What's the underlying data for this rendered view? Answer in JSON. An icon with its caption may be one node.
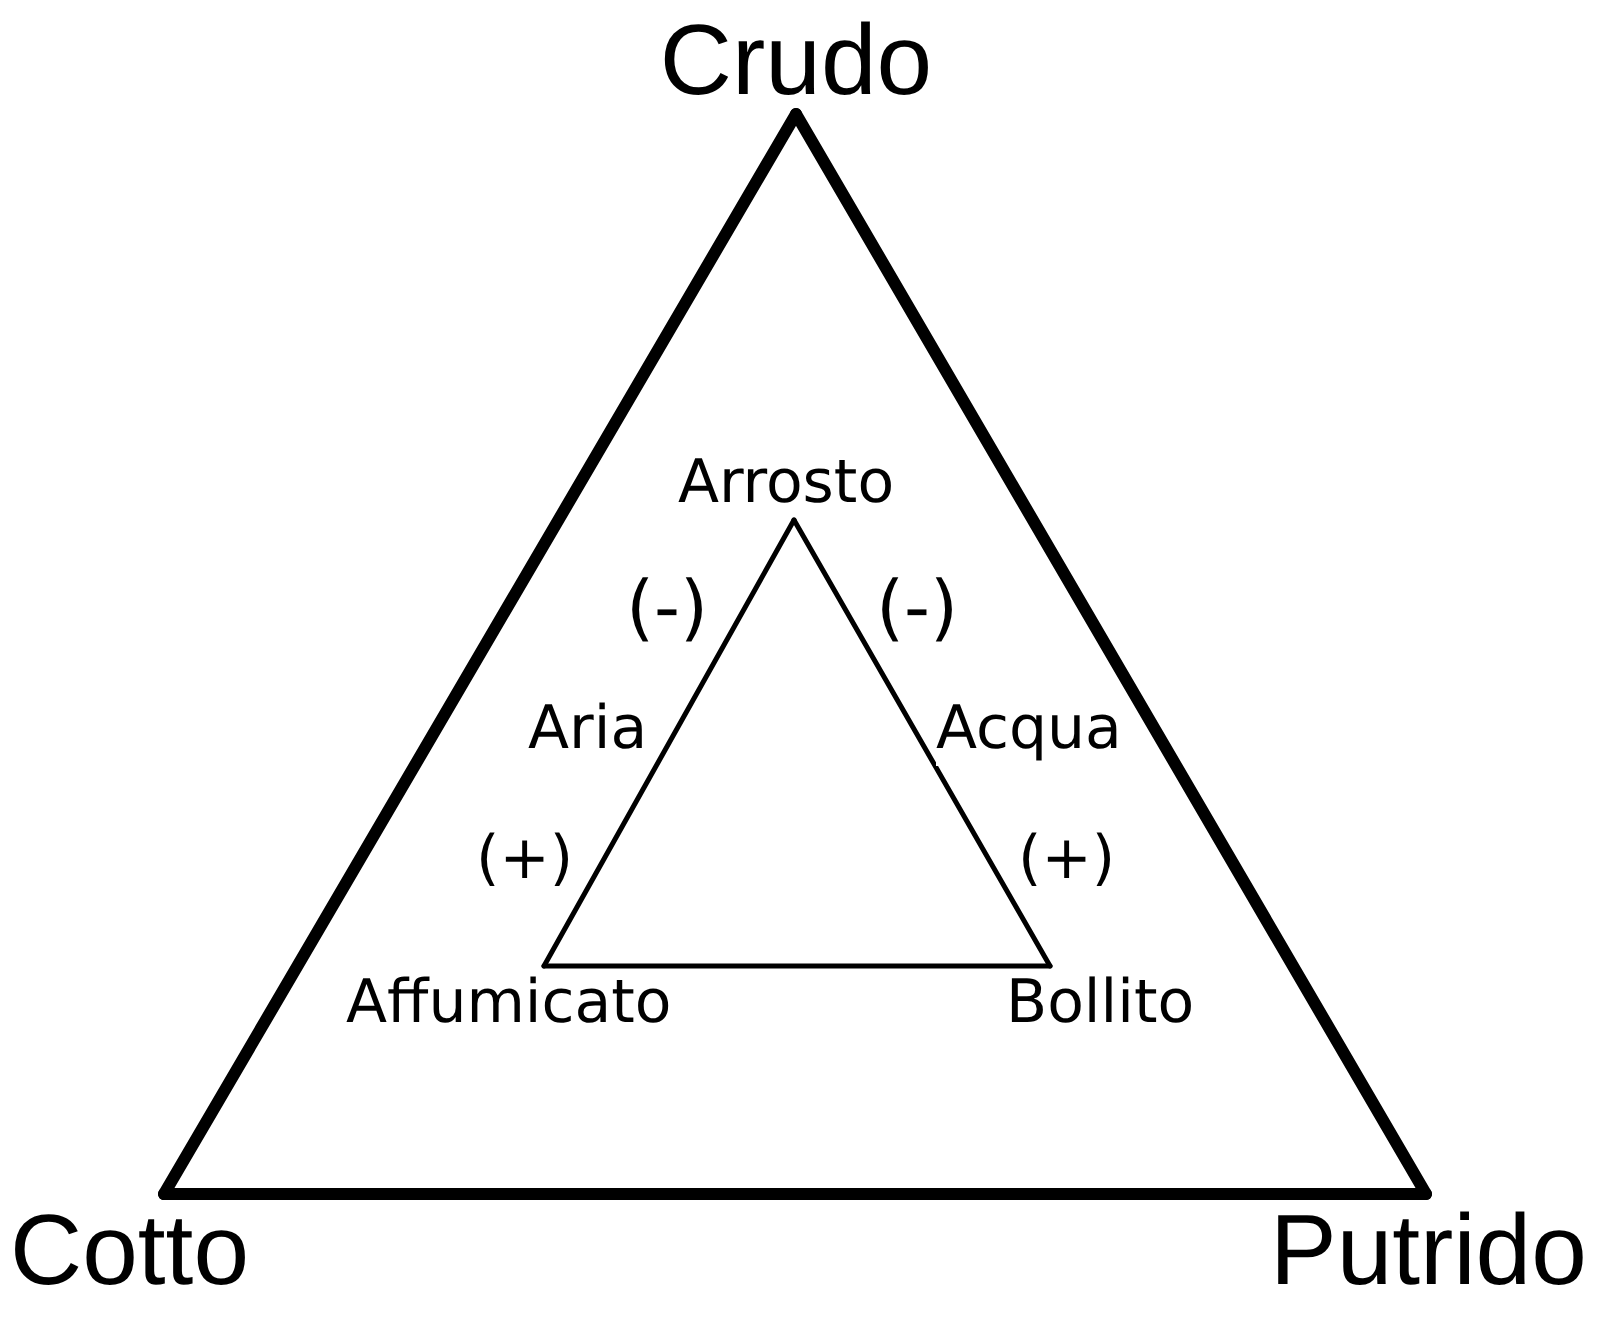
{
  "diagram": {
    "nodes": [
      {
        "text": [
          "Crudo"
        ]
      },
      {
        "text": [
          "Arrosto"
        ]
      },
      {
        "text": [
          "Affumicato"
        ]
      },
      {
        "text": [
          "Bollito"
        ]
      },
      {
        "text": [
          "Cotto"
        ]
      },
      {
        "text": [
          "Putrido"
        ]
      }
    ],
    "edges": [
      {
        "from": 0,
        "to": 4,
        "arrow": "none",
        "style": "thick"
      },
      {
        "from": 0,
        "to": 5,
        "arrow": "none",
        "style": "thick"
      },
      {
        "from": 4,
        "to": 5,
        "arrow": "none",
        "style": "thick"
      },
      {
        "from": 1,
        "to": 2,
        "arrow": "none",
        "label": "Aria"
      },
      {
        "from": 1,
        "to": 3,
        "arrow": "none",
        "label": "Acqua"
      },
      {
        "from": 2,
        "to": 3,
        "arrow": "none"
      }
    ],
    "labels": [
      "(-)",
      "(-)",
      "(+)",
      "(+)"
    ]
  }
}
